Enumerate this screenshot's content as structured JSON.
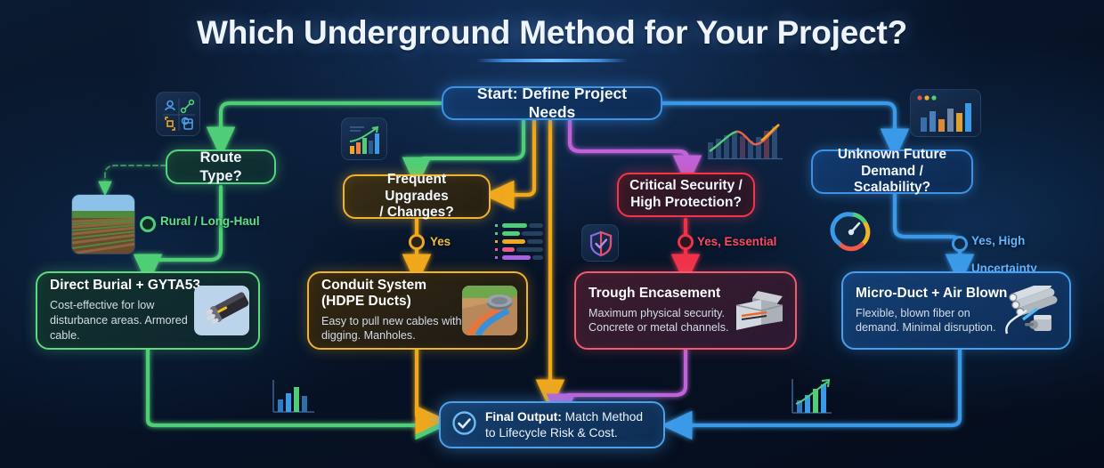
{
  "page": {
    "title": "Which Underground Method for Your Project?",
    "background_color": "#071326",
    "accent_color": "#3d92e6"
  },
  "nodes": {
    "start": {
      "label": "Start: Define Project Needs",
      "color": "#3d92e6"
    },
    "route_type": {
      "label": "Route Type?",
      "color": "#56d37e"
    },
    "frequent_upgrades": {
      "label": "Frequent Upgrades\n/ Changes?",
      "line1": "Frequent Upgrades",
      "line2": "/ Changes?",
      "color": "#f0b429"
    },
    "critical_security": {
      "line1": "Critical Security /",
      "line2": "High Protection?",
      "color": "#f0364c"
    },
    "unknown_future": {
      "line1": "Unknown Future",
      "line2": "Demand / Scalability?",
      "color": "#3d92e6"
    }
  },
  "cards": [
    {
      "id": "direct-burial",
      "title": "Direct Burial + GYTA53",
      "desc": "Cost-effective for low disturbance areas. Armored cable.",
      "color": "#5fd97f",
      "art": "armored-cable-photo"
    },
    {
      "id": "conduit-system",
      "title_line1": "Conduit System",
      "title_line2": "(HDPE Ducts)",
      "desc": "Easy to pull new cables without digging. Manholes.",
      "color": "#f0b429",
      "art": "manhole-duct-illustration"
    },
    {
      "id": "trough-encasement",
      "title": "Trough Encasement",
      "desc": "Maximum physical security. Concrete or metal channels.",
      "color": "#f4596d",
      "art": "concrete-trough-illustration"
    },
    {
      "id": "micro-duct",
      "title": "Micro-Duct + Air Blown",
      "desc": "Flexible, blown fiber on demand. Minimal disruption.",
      "color": "#46a0f0",
      "art": "microduct-blowing-machine-illustration"
    }
  ],
  "edge_labels": [
    {
      "id": "rural",
      "text": "Rural / Long-Haul",
      "color": "#5fe08a"
    },
    {
      "id": "yes-upgrades",
      "text": "Yes",
      "color": "#f2bb3c"
    },
    {
      "id": "yes-essential",
      "text": "Yes, Essential",
      "color": "#fa4a5f"
    },
    {
      "id": "yes-high-uncertainty",
      "line1": "Yes, High",
      "line2": "Uncertainty",
      "color": "#63b4ff"
    }
  ],
  "final_output": {
    "label_bold": "Final Output:",
    "label_rest": " Match Method",
    "line2": "to Lifecycle Risk & Cost.",
    "icon": "check-circle-icon",
    "color": "#4c9fe8"
  },
  "decorations": [
    {
      "id": "people-link-grid-icon",
      "name": "four-tile-icon-grid"
    },
    {
      "id": "bar-chart-arrow-icon",
      "name": "growth-bar-chart-icon"
    },
    {
      "id": "landscape-photo",
      "name": "rural-field-photo"
    },
    {
      "id": "list-bars-icon",
      "name": "progress-list-icon"
    },
    {
      "id": "shield-check-icon",
      "name": "shield-check-icon"
    },
    {
      "id": "line-chart-icon",
      "name": "trend-line-chart-icon"
    },
    {
      "id": "dashboard-bars-icon",
      "name": "dashboard-window-icon"
    },
    {
      "id": "gauge-icon",
      "name": "speed-gauge-icon"
    },
    {
      "id": "mini-bars-left",
      "name": "mini-bar-chart-icon"
    },
    {
      "id": "mini-bars-right",
      "name": "mini-bar-chart-arrow-icon"
    }
  ]
}
